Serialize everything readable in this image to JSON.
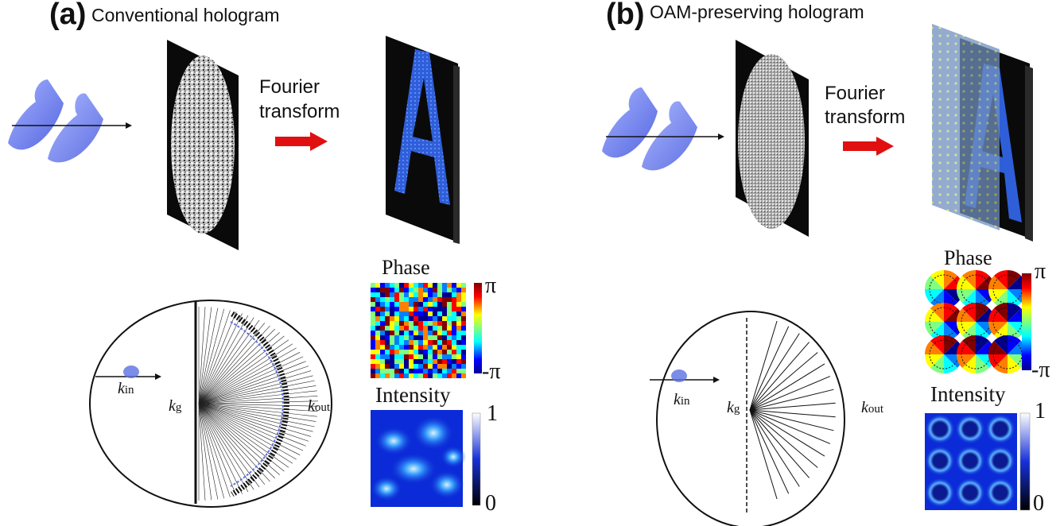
{
  "panels": [
    {
      "letter": "(a)",
      "title": "Conventional hologram",
      "fourier_line1": "Fourier",
      "fourier_line2": "transform",
      "k_in": "k",
      "k_in_sub": "in",
      "k_g": "k",
      "k_g_sub": "g",
      "k_out": "k",
      "k_out_sub": "out",
      "phase_label": "Phase",
      "intensity_label": "Intensity",
      "phase_max": "π",
      "phase_min": "-π",
      "intensity_max": "1",
      "intensity_min": "0"
    },
    {
      "letter": "(b)",
      "title": "OAM-preserving hologram",
      "fourier_line1": "Fourier",
      "fourier_line2": "transform",
      "k_in": "k",
      "k_in_sub": "in",
      "k_g": "k",
      "k_g_sub": "g",
      "k_out": "k",
      "k_out_sub": "out",
      "phase_label": "Phase",
      "intensity_label": "Intensity",
      "phase_max": "π",
      "phase_min": "-π",
      "intensity_max": "1",
      "intensity_min": "0"
    }
  ],
  "colors": {
    "beam_blue": "#3a55e6",
    "arrow_red": "#e01010",
    "screen_black": "#0a0a0a",
    "letter_blue": "#2f5fd8",
    "grid_overlay": "#8aa2c8"
  }
}
